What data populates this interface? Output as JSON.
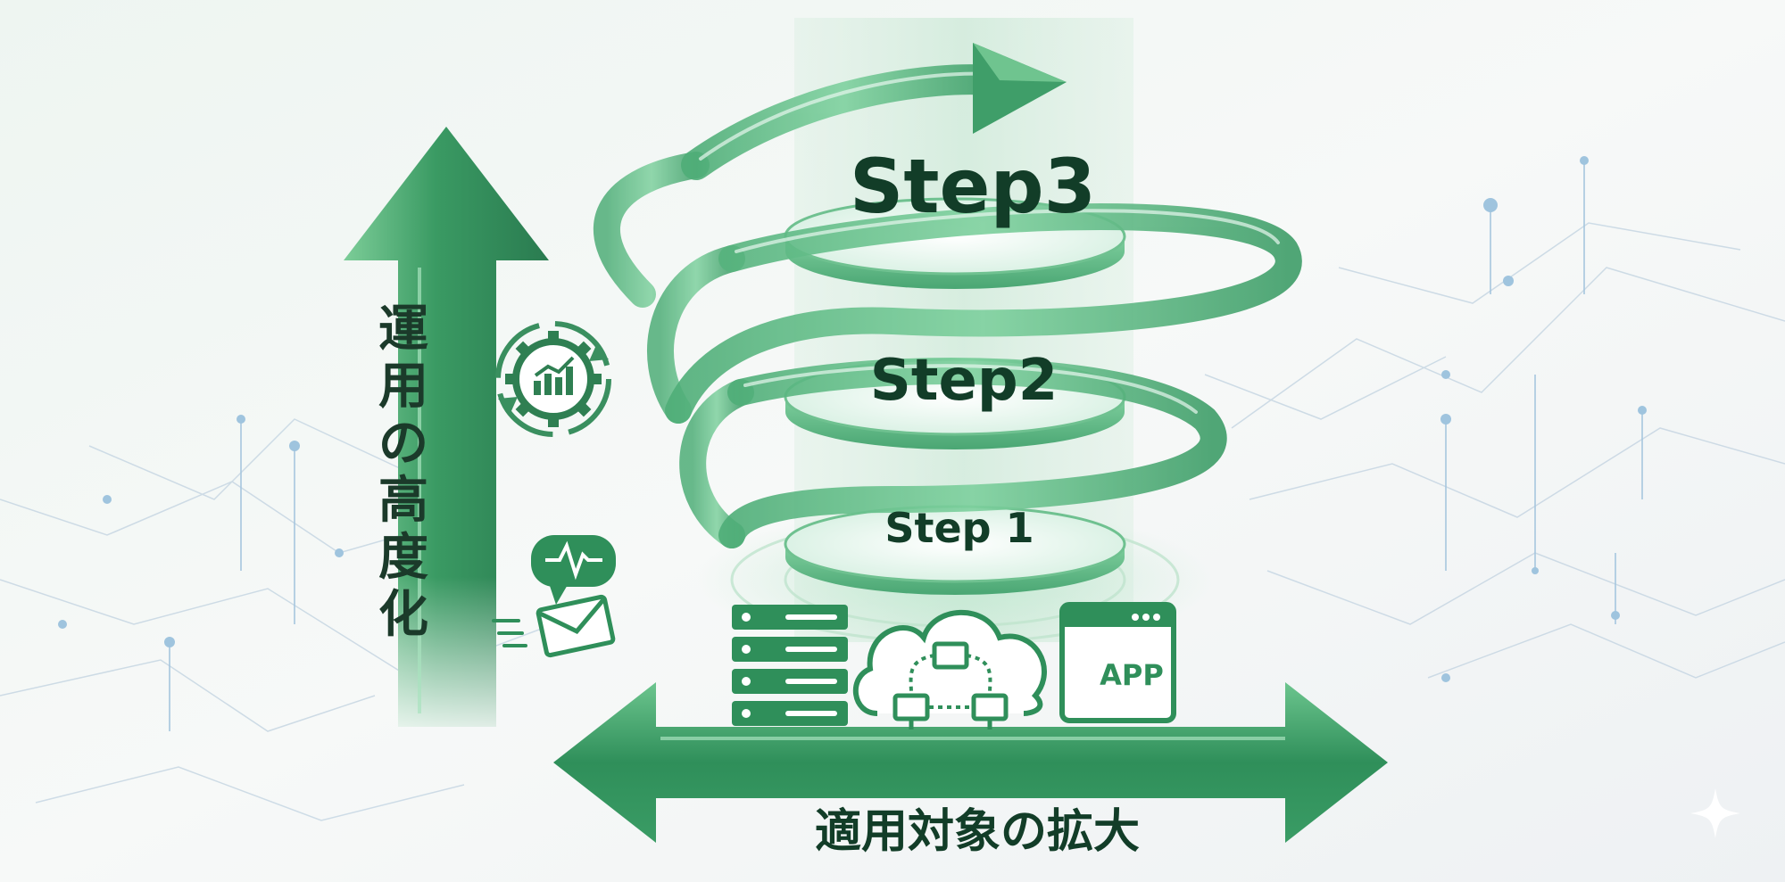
{
  "steps": {
    "step3": "Step3",
    "step2": "Step2",
    "step1": "Step 1"
  },
  "axes": {
    "vertical": "運用の高度化",
    "horizontal": "適用対象の拡大"
  },
  "icons": {
    "gear": "gear-chart-icon",
    "message": "message-mail-icon",
    "server": "server-icon",
    "cloud": "cloud-network-icon",
    "app": "app-window-icon",
    "sparkle": "sparkle-icon"
  },
  "app_label": "APP",
  "colors": {
    "primary": "#2e8b57",
    "dark": "#1f6b45",
    "light": "#8fd3a8",
    "text": "#123d28",
    "network": "#9fc4de"
  }
}
